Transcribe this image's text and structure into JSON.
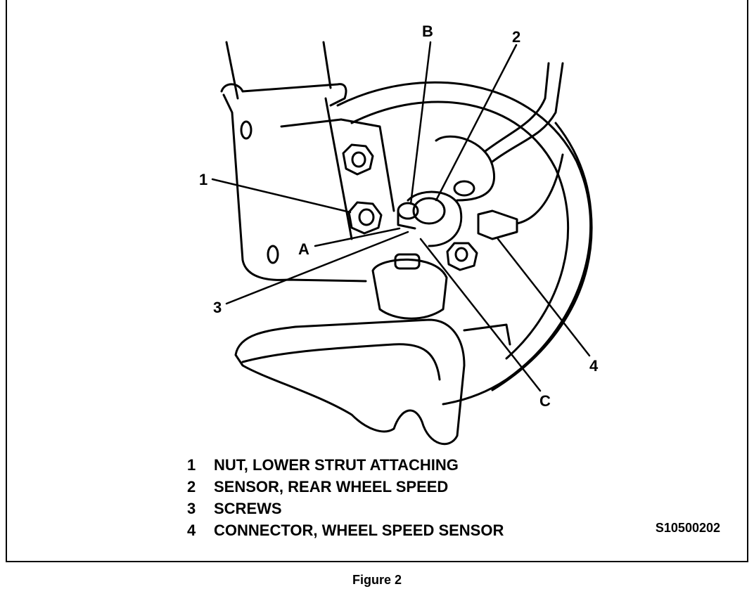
{
  "callouts": {
    "one": "1",
    "two": "2",
    "three": "3",
    "four": "4",
    "a": "A",
    "b": "B",
    "c": "C"
  },
  "legend": [
    {
      "num": "1",
      "text": "NUT, LOWER STRUT ATTACHING"
    },
    {
      "num": "2",
      "text": "SENSOR, REAR WHEEL SPEED"
    },
    {
      "num": "3",
      "text": "SCREWS"
    },
    {
      "num": "4",
      "text": "CONNECTOR, WHEEL SPEED SENSOR"
    }
  ],
  "figure_id": "S10500202",
  "caption": "Figure 2"
}
